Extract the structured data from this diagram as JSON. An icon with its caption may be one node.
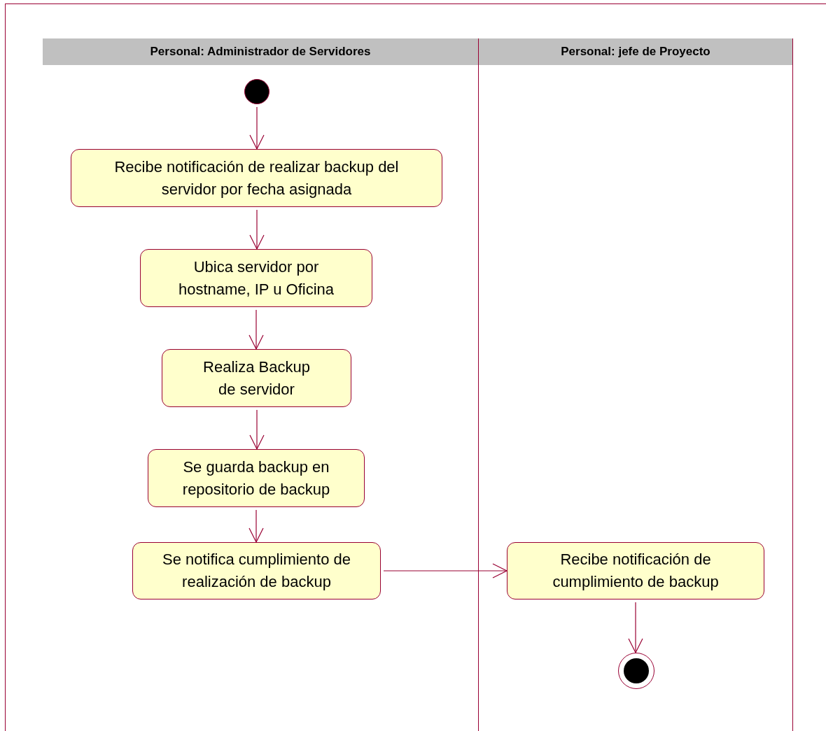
{
  "diagram": {
    "nodes": [
      {
        "text": [
          "Personal: Administrador de Servidores"
        ]
      },
      {
        "text": [
          "Personal: jefe de Proyecto"
        ]
      },
      {
        "text": [],
        "shape": "circle",
        "in": 0
      },
      {
        "text": [
          "Recibe notificación de realizar backup del servidor por fecha asignada"
        ],
        "in": 0
      },
      {
        "text": [
          "Ubica servidor por hostname, IP u Oficina"
        ],
        "in": 0
      },
      {
        "text": [
          "Realiza Backup de servidor"
        ],
        "in": 0
      },
      {
        "text": [
          "Se guarda backup en repositorio de backup"
        ],
        "in": 0
      },
      {
        "text": [
          "Se notifica cumplimiento de realización de backup"
        ],
        "in": 0
      },
      {
        "text": [
          "Recibe notificación de cumplimiento de backup"
        ],
        "in": 1
      },
      {
        "text": [],
        "shape": "circle",
        "in": 1
      }
    ],
    "edges": [
      {
        "from": 2,
        "to": 3,
        "arrow": "to"
      },
      {
        "from": 3,
        "to": 4,
        "arrow": "to"
      },
      {
        "from": 4,
        "to": 5,
        "arrow": "to"
      },
      {
        "from": 5,
        "to": 6,
        "arrow": "to"
      },
      {
        "from": 6,
        "to": 7,
        "arrow": "to"
      },
      {
        "from": 7,
        "to": 8,
        "arrow": "to"
      },
      {
        "from": 8,
        "to": 9,
        "arrow": "to"
      }
    ]
  }
}
